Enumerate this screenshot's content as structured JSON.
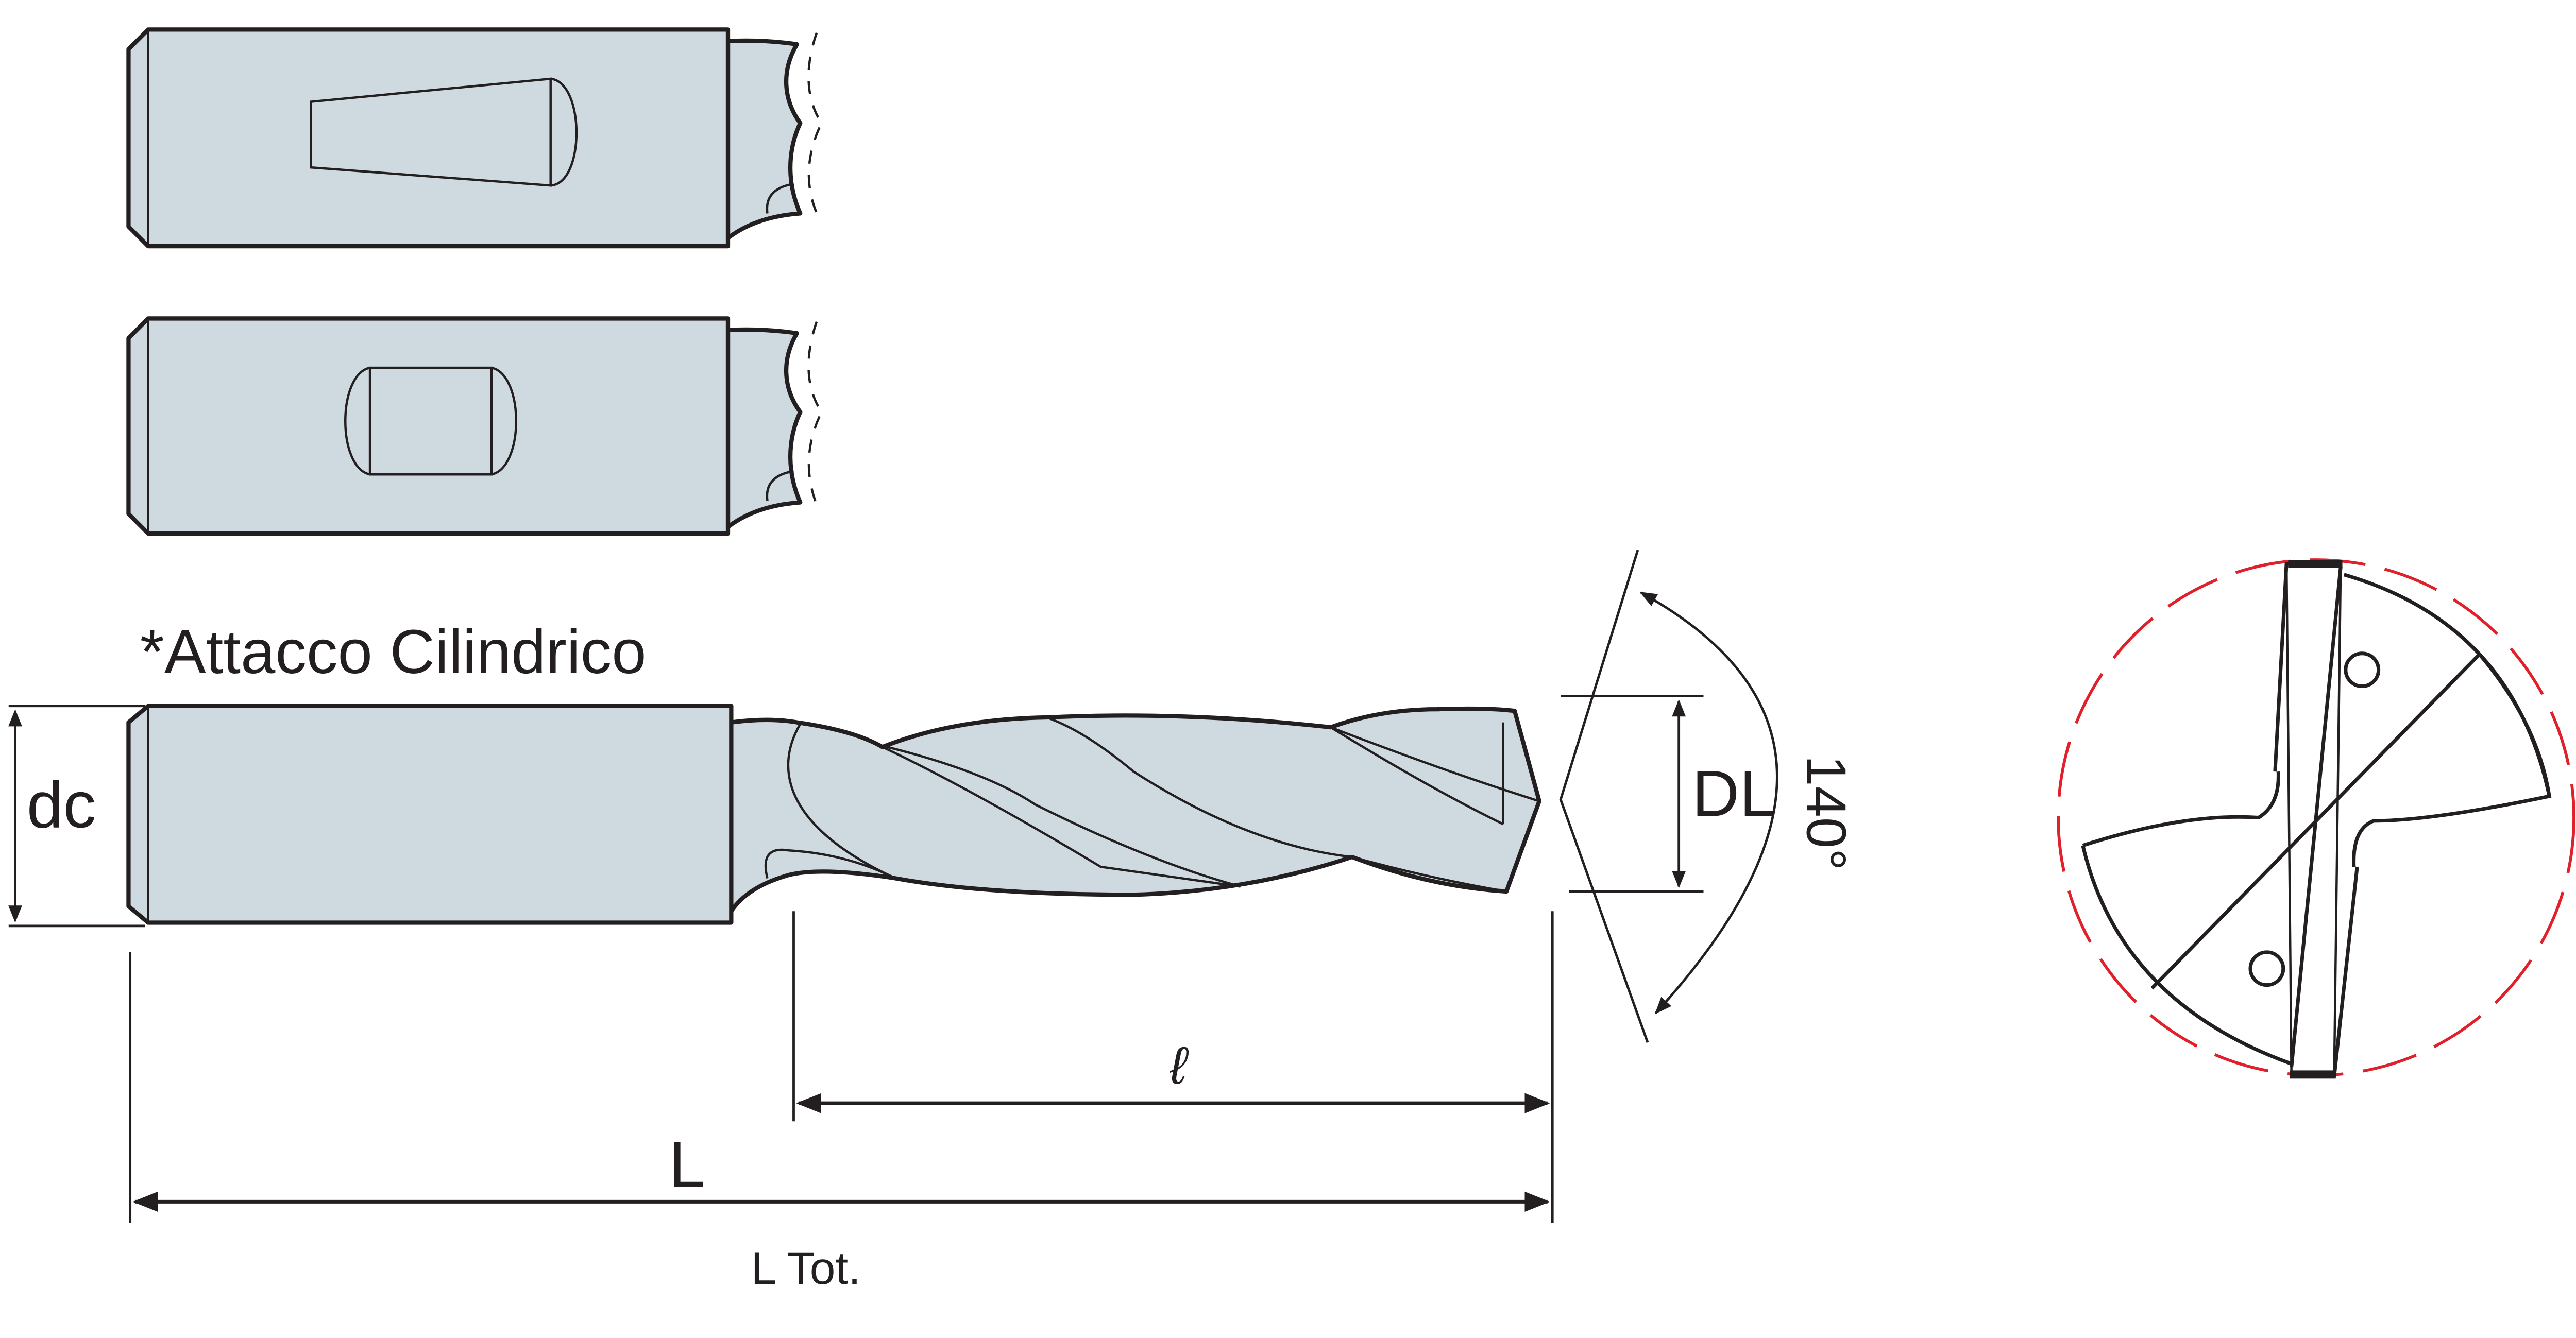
{
  "labels": {
    "shank_type": "*Attacco Cilindrico",
    "shank_diameter": "dc",
    "cutting_diameter": "DL",
    "point_angle": "140°",
    "cutting_length": "ℓ",
    "length": "L",
    "total_length": "L Tot."
  },
  "colors": {
    "body_fill": "#cfd9e0",
    "outline": "#231f20",
    "cutting_circle": "#e0202a"
  }
}
